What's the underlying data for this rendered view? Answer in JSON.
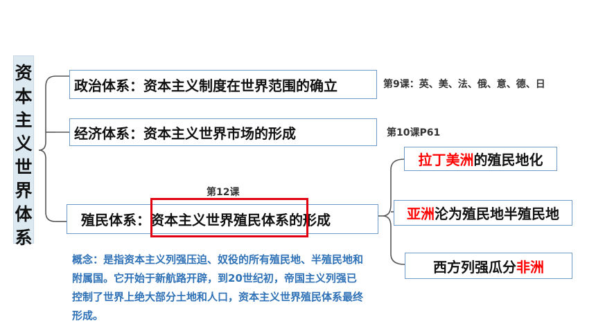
{
  "title": "资本主义世界体系",
  "politics": {
    "label": "政治体系：资本主义制度在世界范围的确立",
    "note": "第9课：英、美、法、俄、意、德、日"
  },
  "economy": {
    "label": "经济体系：资本主义世界市场的形成",
    "note": "第10课P61"
  },
  "colonial": {
    "label": "殖民体系：资本主义世界殖民体系的形成",
    "note": "第12课",
    "concept": "概念：是指资本主义列强压迫、奴役的所有殖民地、半殖民地和附属国。它开始于新航路开辟，到20世纪初，帝国主义列强已控制了世界上绝大部分土地和人口，资本主义世界殖民体系最终形成。"
  },
  "branches": {
    "latin": {
      "highlight": "拉丁美洲",
      "rest": "的殖民地化"
    },
    "asia": {
      "highlight": "亚洲",
      "rest": "沦为殖民地半殖民地"
    },
    "africa": {
      "lead": "西方列强瓜分",
      "highlight": "非洲"
    }
  },
  "colors": {
    "border": "#6f99c5",
    "accent_red": "#ff0000",
    "concept_blue": "#2f71b6",
    "title_bg": "#dde9f1"
  }
}
